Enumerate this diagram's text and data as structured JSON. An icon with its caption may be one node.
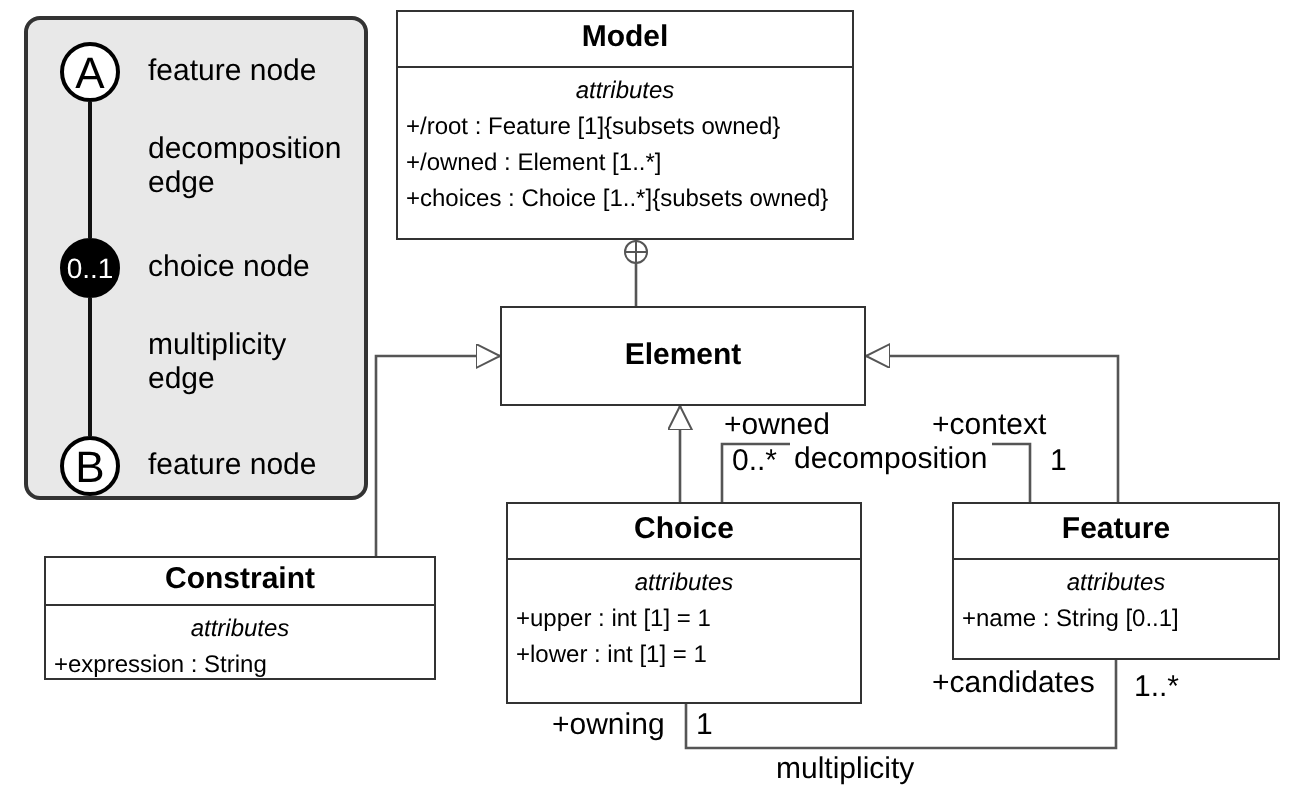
{
  "diagram": {
    "nodes": [
      {
        "text": [],
        "shape": "box"
      },
      {
        "text": [
          "A"
        ],
        "beside": [
          "feature node"
        ],
        "in": 0
      },
      {
        "text": [
          "0..1"
        ],
        "beside": [
          "choice node"
        ],
        "in": 0
      },
      {
        "text": [
          "B"
        ],
        "beside": [
          "feature node"
        ],
        "in": 0
      },
      {
        "text": [
          "Model",
          "attributes",
          "+/root : Feature [1]{subsets owned}",
          "+/owned : Element [1..*]",
          "+choices : Choice [1..*]{subsets owned}"
        ]
      },
      {
        "text": [
          "Element"
        ]
      },
      {
        "text": [
          "Constraint",
          "attributes",
          "+expression : String"
        ]
      },
      {
        "text": [
          "Choice",
          "attributes",
          "+upper : int [1] = 1",
          "+lower : int [1] = 1"
        ]
      },
      {
        "text": [
          "Feature",
          "attributes",
          "+name : String [0..1]"
        ]
      }
    ],
    "edges": [
      {
        "from": 1,
        "to": 2,
        "arrow": "none",
        "label": "decomposition edge"
      },
      {
        "from": 2,
        "to": 3,
        "arrow": "none",
        "label": "multiplicity edge"
      },
      {
        "from": 5,
        "to": 4,
        "arrow": "other"
      },
      {
        "from": 6,
        "to": 5,
        "arrow": "to"
      },
      {
        "from": 7,
        "to": 5,
        "arrow": "to"
      },
      {
        "from": 8,
        "to": 5,
        "arrow": "to"
      },
      {
        "from": 7,
        "to": 8,
        "arrow": "none",
        "label": "decomposition"
      },
      {
        "from": 7,
        "to": 8,
        "arrow": "none",
        "label": "multiplicity"
      }
    ],
    "labels": [
      "+owned",
      "+context",
      "0..*",
      "1",
      "+candidates",
      "1..*",
      "+owning",
      "1"
    ]
  }
}
